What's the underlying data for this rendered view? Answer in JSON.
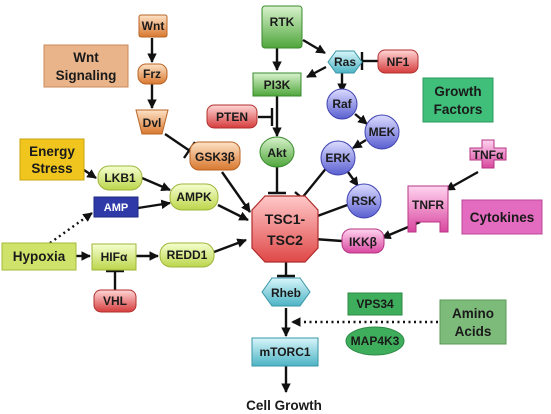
{
  "nodes": {
    "wnt": "Wnt",
    "frz": "Frz",
    "dvl": "Dvl",
    "gsk3b": "GSK3β",
    "rtk": "RTK",
    "ras": "Ras",
    "nf1": "NF1",
    "pi3k": "PI3K",
    "pten": "PTEN",
    "raf": "Raf",
    "mek": "MEK",
    "erk": "ERK",
    "akt": "Akt",
    "rsk": "RSK",
    "lkb1": "LKB1",
    "amp": "AMP",
    "ampk": "AMPK",
    "hifa": "HIFα",
    "redd1": "REDD1",
    "vhl": "VHL",
    "tsc1": "TSC1-",
    "tsc2": "TSC2",
    "rheb": "Rheb",
    "vps34": "VPS34",
    "map4k3": "MAP4K3",
    "mtorc1": "mTORC1",
    "tnfa": "TNFα",
    "tnfr": "TNFR",
    "ikkb": "IKKβ",
    "hypoxia": "Hypoxia"
  },
  "categories": {
    "wnt_line1": "Wnt",
    "wnt_line2": "Signaling",
    "energy_line1": "Energy",
    "energy_line2": "Stress",
    "growth_line1": "Growth",
    "growth_line2": "Factors",
    "cytokines": "Cytokines",
    "amino_line1": "Amino",
    "amino_line2": "Acids"
  },
  "output": "Cell Growth",
  "colors": {
    "orange": "#e89a52",
    "green": "#7cc063",
    "blue_purple": "#7b7fd8",
    "red": "#e05a5a",
    "pink": "#e46cc0",
    "yellow": "#f0c61e",
    "lime": "#cfe36a",
    "navy": "#2f3aa8",
    "teal": "#6fc5cd"
  }
}
